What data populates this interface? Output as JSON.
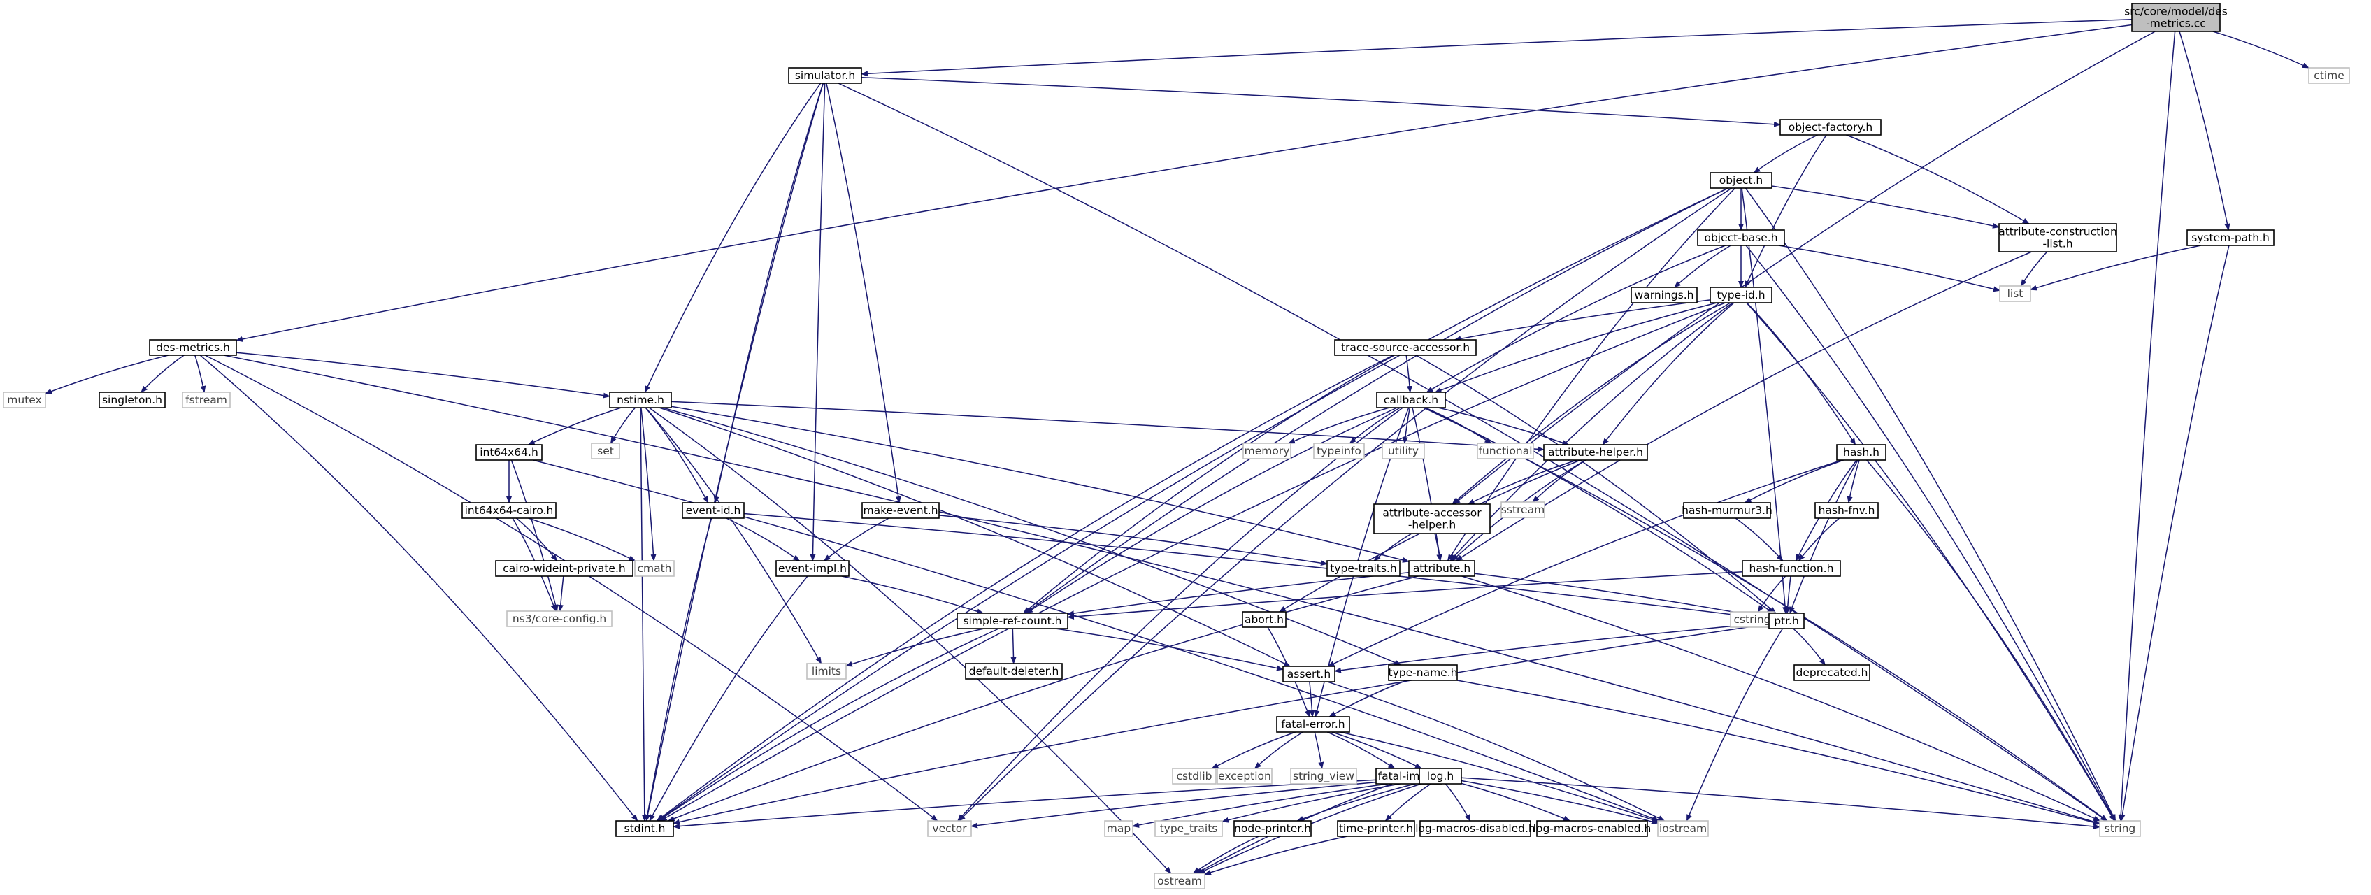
{
  "colors": {
    "edge": "#191970",
    "node_border": "#000000",
    "external_border": "#bfbfbf",
    "external_text": "#404040",
    "root_fill": "#bfbfbf",
    "text": "#000000"
  },
  "nodes": [
    {
      "id": "root",
      "label": "src/core/model/des\n-metrics.cc",
      "kind": "root"
    },
    {
      "id": "simulator",
      "label": "simulator.h",
      "kind": "header"
    },
    {
      "id": "ctime",
      "label": "ctime",
      "kind": "external"
    },
    {
      "id": "object_factory",
      "label": "object-factory.h",
      "kind": "header"
    },
    {
      "id": "object",
      "label": "object.h",
      "kind": "header"
    },
    {
      "id": "object_base",
      "label": "object-base.h",
      "kind": "header"
    },
    {
      "id": "attr_construction",
      "label": "attribute-construction\n-list.h",
      "kind": "header"
    },
    {
      "id": "system_path",
      "label": "system-path.h",
      "kind": "header"
    },
    {
      "id": "list",
      "label": "list",
      "kind": "external"
    },
    {
      "id": "warnings",
      "label": "warnings.h",
      "kind": "header"
    },
    {
      "id": "type_id",
      "label": "type-id.h",
      "kind": "header"
    },
    {
      "id": "des_metrics",
      "label": "des-metrics.h",
      "kind": "header"
    },
    {
      "id": "trace_source",
      "label": "trace-source-accessor.h",
      "kind": "header"
    },
    {
      "id": "mutex",
      "label": "mutex",
      "kind": "external"
    },
    {
      "id": "singleton",
      "label": "singleton.h",
      "kind": "header"
    },
    {
      "id": "fstream",
      "label": "fstream",
      "kind": "external"
    },
    {
      "id": "nstime",
      "label": "nstime.h",
      "kind": "header"
    },
    {
      "id": "callback",
      "label": "callback.h",
      "kind": "header"
    },
    {
      "id": "int64x64",
      "label": "int64x64.h",
      "kind": "header"
    },
    {
      "id": "set",
      "label": "set",
      "kind": "external"
    },
    {
      "id": "memory",
      "label": "memory",
      "kind": "external"
    },
    {
      "id": "typeinfo",
      "label": "typeinfo",
      "kind": "external"
    },
    {
      "id": "utility",
      "label": "utility",
      "kind": "external"
    },
    {
      "id": "functional",
      "label": "functional",
      "kind": "external"
    },
    {
      "id": "attribute_helper",
      "label": "attribute-helper.h",
      "kind": "header"
    },
    {
      "id": "hash",
      "label": "hash.h",
      "kind": "header"
    },
    {
      "id": "int64x64_cairo",
      "label": "int64x64-cairo.h",
      "kind": "header"
    },
    {
      "id": "event_id",
      "label": "event-id.h",
      "kind": "header"
    },
    {
      "id": "make_event",
      "label": "make-event.h",
      "kind": "header"
    },
    {
      "id": "attr_accessor",
      "label": "attribute-accessor\n-helper.h",
      "kind": "header"
    },
    {
      "id": "sstream",
      "label": "sstream",
      "kind": "external"
    },
    {
      "id": "hash_murmur3",
      "label": "hash-murmur3.h",
      "kind": "header"
    },
    {
      "id": "hash_fnv",
      "label": "hash-fnv.h",
      "kind": "header"
    },
    {
      "id": "cairo_wideint",
      "label": "cairo-wideint-private.h",
      "kind": "header"
    },
    {
      "id": "cmath",
      "label": "cmath",
      "kind": "external"
    },
    {
      "id": "event_impl",
      "label": "event-impl.h",
      "kind": "header"
    },
    {
      "id": "type_traits_h",
      "label": "type-traits.h",
      "kind": "header"
    },
    {
      "id": "attribute",
      "label": "attribute.h",
      "kind": "header"
    },
    {
      "id": "hash_function",
      "label": "hash-function.h",
      "kind": "header"
    },
    {
      "id": "ns3_config",
      "label": "ns3/core-config.h",
      "kind": "external"
    },
    {
      "id": "simple_ref",
      "label": "simple-ref-count.h",
      "kind": "header"
    },
    {
      "id": "abort",
      "label": "abort.h",
      "kind": "header"
    },
    {
      "id": "cstring",
      "label": "cstring",
      "kind": "external"
    },
    {
      "id": "ptr",
      "label": "ptr.h",
      "kind": "header"
    },
    {
      "id": "limits",
      "label": "limits",
      "kind": "external"
    },
    {
      "id": "default_deleter",
      "label": "default-deleter.h",
      "kind": "header"
    },
    {
      "id": "deprecated",
      "label": "deprecated.h",
      "kind": "header"
    },
    {
      "id": "assert",
      "label": "assert.h",
      "kind": "header"
    },
    {
      "id": "type_name",
      "label": "type-name.h",
      "kind": "header"
    },
    {
      "id": "fatal_error",
      "label": "fatal-error.h",
      "kind": "header"
    },
    {
      "id": "cstdlib",
      "label": "cstdlib",
      "kind": "external"
    },
    {
      "id": "exception",
      "label": "exception",
      "kind": "external"
    },
    {
      "id": "string_view",
      "label": "string_view",
      "kind": "external"
    },
    {
      "id": "fatal_impl",
      "label": "fatal-impl.h",
      "kind": "header"
    },
    {
      "id": "log",
      "label": "log.h",
      "kind": "header"
    },
    {
      "id": "stdint",
      "label": "stdint.h",
      "kind": "header"
    },
    {
      "id": "vector",
      "label": "vector",
      "kind": "external"
    },
    {
      "id": "map",
      "label": "map",
      "kind": "external"
    },
    {
      "id": "type_traits",
      "label": "type_traits",
      "kind": "external"
    },
    {
      "id": "node_printer",
      "label": "node-printer.h",
      "kind": "header"
    },
    {
      "id": "time_printer",
      "label": "time-printer.h",
      "kind": "header"
    },
    {
      "id": "log_macros_disabled",
      "label": "log-macros-disabled.h",
      "kind": "header"
    },
    {
      "id": "log_macros_enabled",
      "label": "log-macros-enabled.h",
      "kind": "header"
    },
    {
      "id": "iostream",
      "label": "iostream",
      "kind": "external"
    },
    {
      "id": "string",
      "label": "string",
      "kind": "external"
    },
    {
      "id": "ostream",
      "label": "ostream",
      "kind": "external"
    }
  ],
  "edges": [
    [
      "root",
      "simulator"
    ],
    [
      "root",
      "ctime"
    ],
    [
      "root",
      "system_path"
    ],
    [
      "root",
      "des_metrics"
    ],
    [
      "root",
      "string"
    ],
    [
      "root",
      "attr_accessor"
    ],
    [
      "simulator",
      "object_factory"
    ],
    [
      "simulator",
      "nstime"
    ],
    [
      "simulator",
      "event_id"
    ],
    [
      "simulator",
      "event_impl"
    ],
    [
      "simulator",
      "make_event"
    ],
    [
      "simulator",
      "stdint"
    ],
    [
      "simulator",
      "string"
    ],
    [
      "object_factory",
      "object"
    ],
    [
      "object_factory",
      "attr_construction"
    ],
    [
      "object_factory",
      "type_id"
    ],
    [
      "object",
      "object_base"
    ],
    [
      "object",
      "attr_construction"
    ],
    [
      "object",
      "ptr"
    ],
    [
      "object",
      "simple_ref"
    ],
    [
      "object",
      "vector"
    ],
    [
      "object",
      "stdint"
    ],
    [
      "object",
      "string"
    ],
    [
      "object",
      "attribute"
    ],
    [
      "object_base",
      "warnings"
    ],
    [
      "object_base",
      "type_id"
    ],
    [
      "object_base",
      "callback"
    ],
    [
      "object_base",
      "list"
    ],
    [
      "object_base",
      "string"
    ],
    [
      "attr_construction",
      "list"
    ],
    [
      "attr_construction",
      "attribute"
    ],
    [
      "system_path",
      "list"
    ],
    [
      "system_path",
      "string"
    ],
    [
      "type_id",
      "trace_source"
    ],
    [
      "type_id",
      "callback"
    ],
    [
      "type_id",
      "attribute_helper"
    ],
    [
      "type_id",
      "hash"
    ],
    [
      "type_id",
      "attribute"
    ],
    [
      "type_id",
      "string"
    ],
    [
      "type_id",
      "stdint"
    ],
    [
      "type_id",
      "attr_accessor"
    ],
    [
      "des_metrics",
      "mutex"
    ],
    [
      "des_metrics",
      "singleton"
    ],
    [
      "des_metrics",
      "fstream"
    ],
    [
      "des_metrics",
      "nstime"
    ],
    [
      "des_metrics",
      "stdint"
    ],
    [
      "des_metrics",
      "vector"
    ],
    [
      "des_metrics",
      "string"
    ],
    [
      "trace_source",
      "callback"
    ],
    [
      "trace_source",
      "ptr"
    ],
    [
      "trace_source",
      "simple_ref"
    ],
    [
      "trace_source",
      "stdint"
    ],
    [
      "nstime",
      "int64x64"
    ],
    [
      "nstime",
      "set"
    ],
    [
      "nstime",
      "cmath"
    ],
    [
      "nstime",
      "event_id"
    ],
    [
      "nstime",
      "limits"
    ],
    [
      "nstime",
      "attribute"
    ],
    [
      "nstime",
      "attribute_helper"
    ],
    [
      "nstime",
      "type_name"
    ],
    [
      "nstime",
      "assert"
    ],
    [
      "nstime",
      "stdint"
    ],
    [
      "nstime",
      "ostream"
    ],
    [
      "callback",
      "memory"
    ],
    [
      "callback",
      "typeinfo"
    ],
    [
      "callback",
      "utility"
    ],
    [
      "callback",
      "functional"
    ],
    [
      "callback",
      "attribute_helper"
    ],
    [
      "callback",
      "simple_ref"
    ],
    [
      "callback",
      "ptr"
    ],
    [
      "callback",
      "fatal_error"
    ],
    [
      "callback",
      "vector"
    ],
    [
      "callback",
      "attribute"
    ],
    [
      "callback",
      "string"
    ],
    [
      "int64x64",
      "int64x64_cairo"
    ],
    [
      "int64x64",
      "ns3_config"
    ],
    [
      "int64x64",
      "iostream"
    ],
    [
      "int64x64_cairo",
      "cairo_wideint"
    ],
    [
      "int64x64_cairo",
      "cmath"
    ],
    [
      "int64x64_cairo",
      "ns3_config"
    ],
    [
      "cairo_wideint",
      "ns3_config"
    ],
    [
      "attribute_helper",
      "attr_accessor"
    ],
    [
      "attribute_helper",
      "sstream"
    ],
    [
      "attribute_helper",
      "attribute"
    ],
    [
      "attribute_helper",
      "abort"
    ],
    [
      "hash",
      "hash_murmur3"
    ],
    [
      "hash",
      "hash_fnv"
    ],
    [
      "hash",
      "hash_function"
    ],
    [
      "hash",
      "ptr"
    ],
    [
      "hash",
      "string"
    ],
    [
      "hash",
      "assert"
    ],
    [
      "hash_murmur3",
      "hash_function"
    ],
    [
      "hash_fnv",
      "hash_function"
    ],
    [
      "hash_function",
      "cstring"
    ],
    [
      "hash_function",
      "ptr"
    ],
    [
      "hash_function",
      "simple_ref"
    ],
    [
      "event_id",
      "event_impl"
    ],
    [
      "event_id",
      "ptr"
    ],
    [
      "event_id",
      "stdint"
    ],
    [
      "make_event",
      "event_impl"
    ],
    [
      "make_event",
      "type_traits_h"
    ],
    [
      "event_impl",
      "simple_ref"
    ],
    [
      "event_impl",
      "stdint"
    ],
    [
      "attr_accessor",
      "attribute"
    ],
    [
      "attr_accessor",
      "type_traits_h"
    ],
    [
      "attribute",
      "ptr"
    ],
    [
      "attribute",
      "simple_ref"
    ],
    [
      "attribute",
      "string"
    ],
    [
      "attribute",
      "stdint"
    ],
    [
      "simple_ref",
      "default_deleter"
    ],
    [
      "simple_ref",
      "assert"
    ],
    [
      "simple_ref",
      "limits"
    ],
    [
      "simple_ref",
      "stdint"
    ],
    [
      "abort",
      "fatal_error"
    ],
    [
      "ptr",
      "deprecated"
    ],
    [
      "ptr",
      "assert"
    ],
    [
      "ptr",
      "iostream"
    ],
    [
      "ptr",
      "stdint"
    ],
    [
      "assert",
      "fatal_error"
    ],
    [
      "assert",
      "iostream"
    ],
    [
      "type_name",
      "fatal_error"
    ],
    [
      "type_name",
      "string"
    ],
    [
      "fatal_error",
      "cstdlib"
    ],
    [
      "fatal_error",
      "exception"
    ],
    [
      "fatal_error",
      "string_view"
    ],
    [
      "fatal_error",
      "fatal_impl"
    ],
    [
      "fatal_error",
      "log"
    ],
    [
      "fatal_error",
      "iostream"
    ],
    [
      "fatal_impl",
      "ostream"
    ],
    [
      "log",
      "stdint"
    ],
    [
      "log",
      "vector"
    ],
    [
      "log",
      "map"
    ],
    [
      "log",
      "type_traits"
    ],
    [
      "log",
      "node_printer"
    ],
    [
      "log",
      "time_printer"
    ],
    [
      "log",
      "log_macros_disabled"
    ],
    [
      "log",
      "log_macros_enabled"
    ],
    [
      "log",
      "iostream"
    ],
    [
      "log",
      "string"
    ],
    [
      "log",
      "ostream"
    ],
    [
      "node_printer",
      "ostream"
    ],
    [
      "time_printer",
      "ostream"
    ]
  ]
}
